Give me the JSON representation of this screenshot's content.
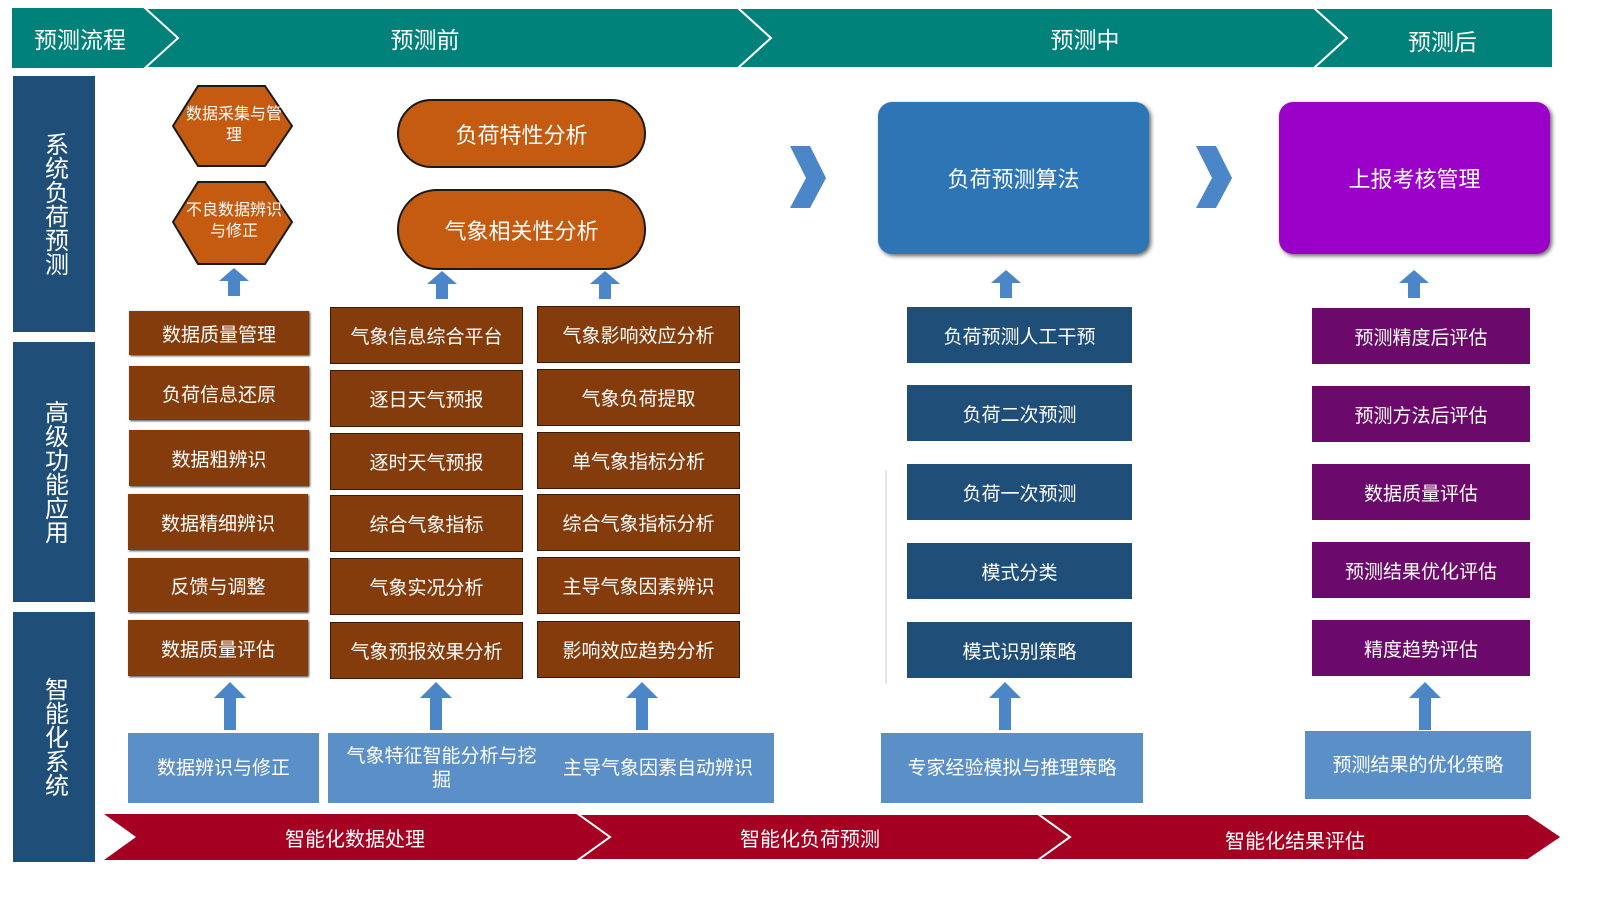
{
  "header": {
    "stages": [
      "预测流程",
      "预测前",
      "预测中",
      "预测后"
    ]
  },
  "sidebar": [
    "系统负荷预测",
    "高级功能应用",
    "智能化系统"
  ],
  "system_row": {
    "hex_items": [
      "数据采集与管理",
      "不良数据辨识与修正"
    ],
    "pills": [
      "负荷特性分析",
      "气象相关性分析"
    ],
    "algorithm": "负荷预测算法",
    "report": "上报考核管理"
  },
  "advanced": {
    "col1": [
      "数据质量管理",
      "负荷信息还原",
      "数据粗辨识",
      "数据精细辨识",
      "反馈与调整",
      "数据质量评估"
    ],
    "col2": [
      "气象信息综合平台",
      "逐日天气预报",
      "逐时天气预报",
      "综合气象指标",
      "气象实况分析",
      "气象预报效果分析"
    ],
    "col3": [
      "气象影响效应分析",
      "气象负荷提取",
      "单气象指标分析",
      "综合气象指标分析",
      "主导气象因素辨识",
      "影响效应趋势分析"
    ],
    "col4": [
      "负荷预测人工干预",
      "负荷二次预测",
      "负荷一次预测",
      "模式分类",
      "模式识别策略"
    ],
    "col5": [
      "预测精度后评估",
      "预测方法后评估",
      "数据质量评估",
      "预测结果优化评估",
      "精度趋势评估"
    ]
  },
  "intelligent": {
    "boxes": [
      "数据辨识与修正",
      "气象特征智能分析与挖掘",
      "主导气象因素自动辨识",
      "专家经验模拟与推理策略",
      "预测结果的优化策略"
    ],
    "bottom_stages": [
      "智能化数据处理",
      "智能化负荷预测",
      "智能化结果评估"
    ]
  },
  "colors": {
    "header_teal": "#00827a",
    "side_navy": "#1f4e79",
    "brown": "#843c0c",
    "orange": "#c55a11",
    "blue_box": "#2e75b6",
    "purple_box": "#9a00c8",
    "bottom_red": "#a50021"
  }
}
